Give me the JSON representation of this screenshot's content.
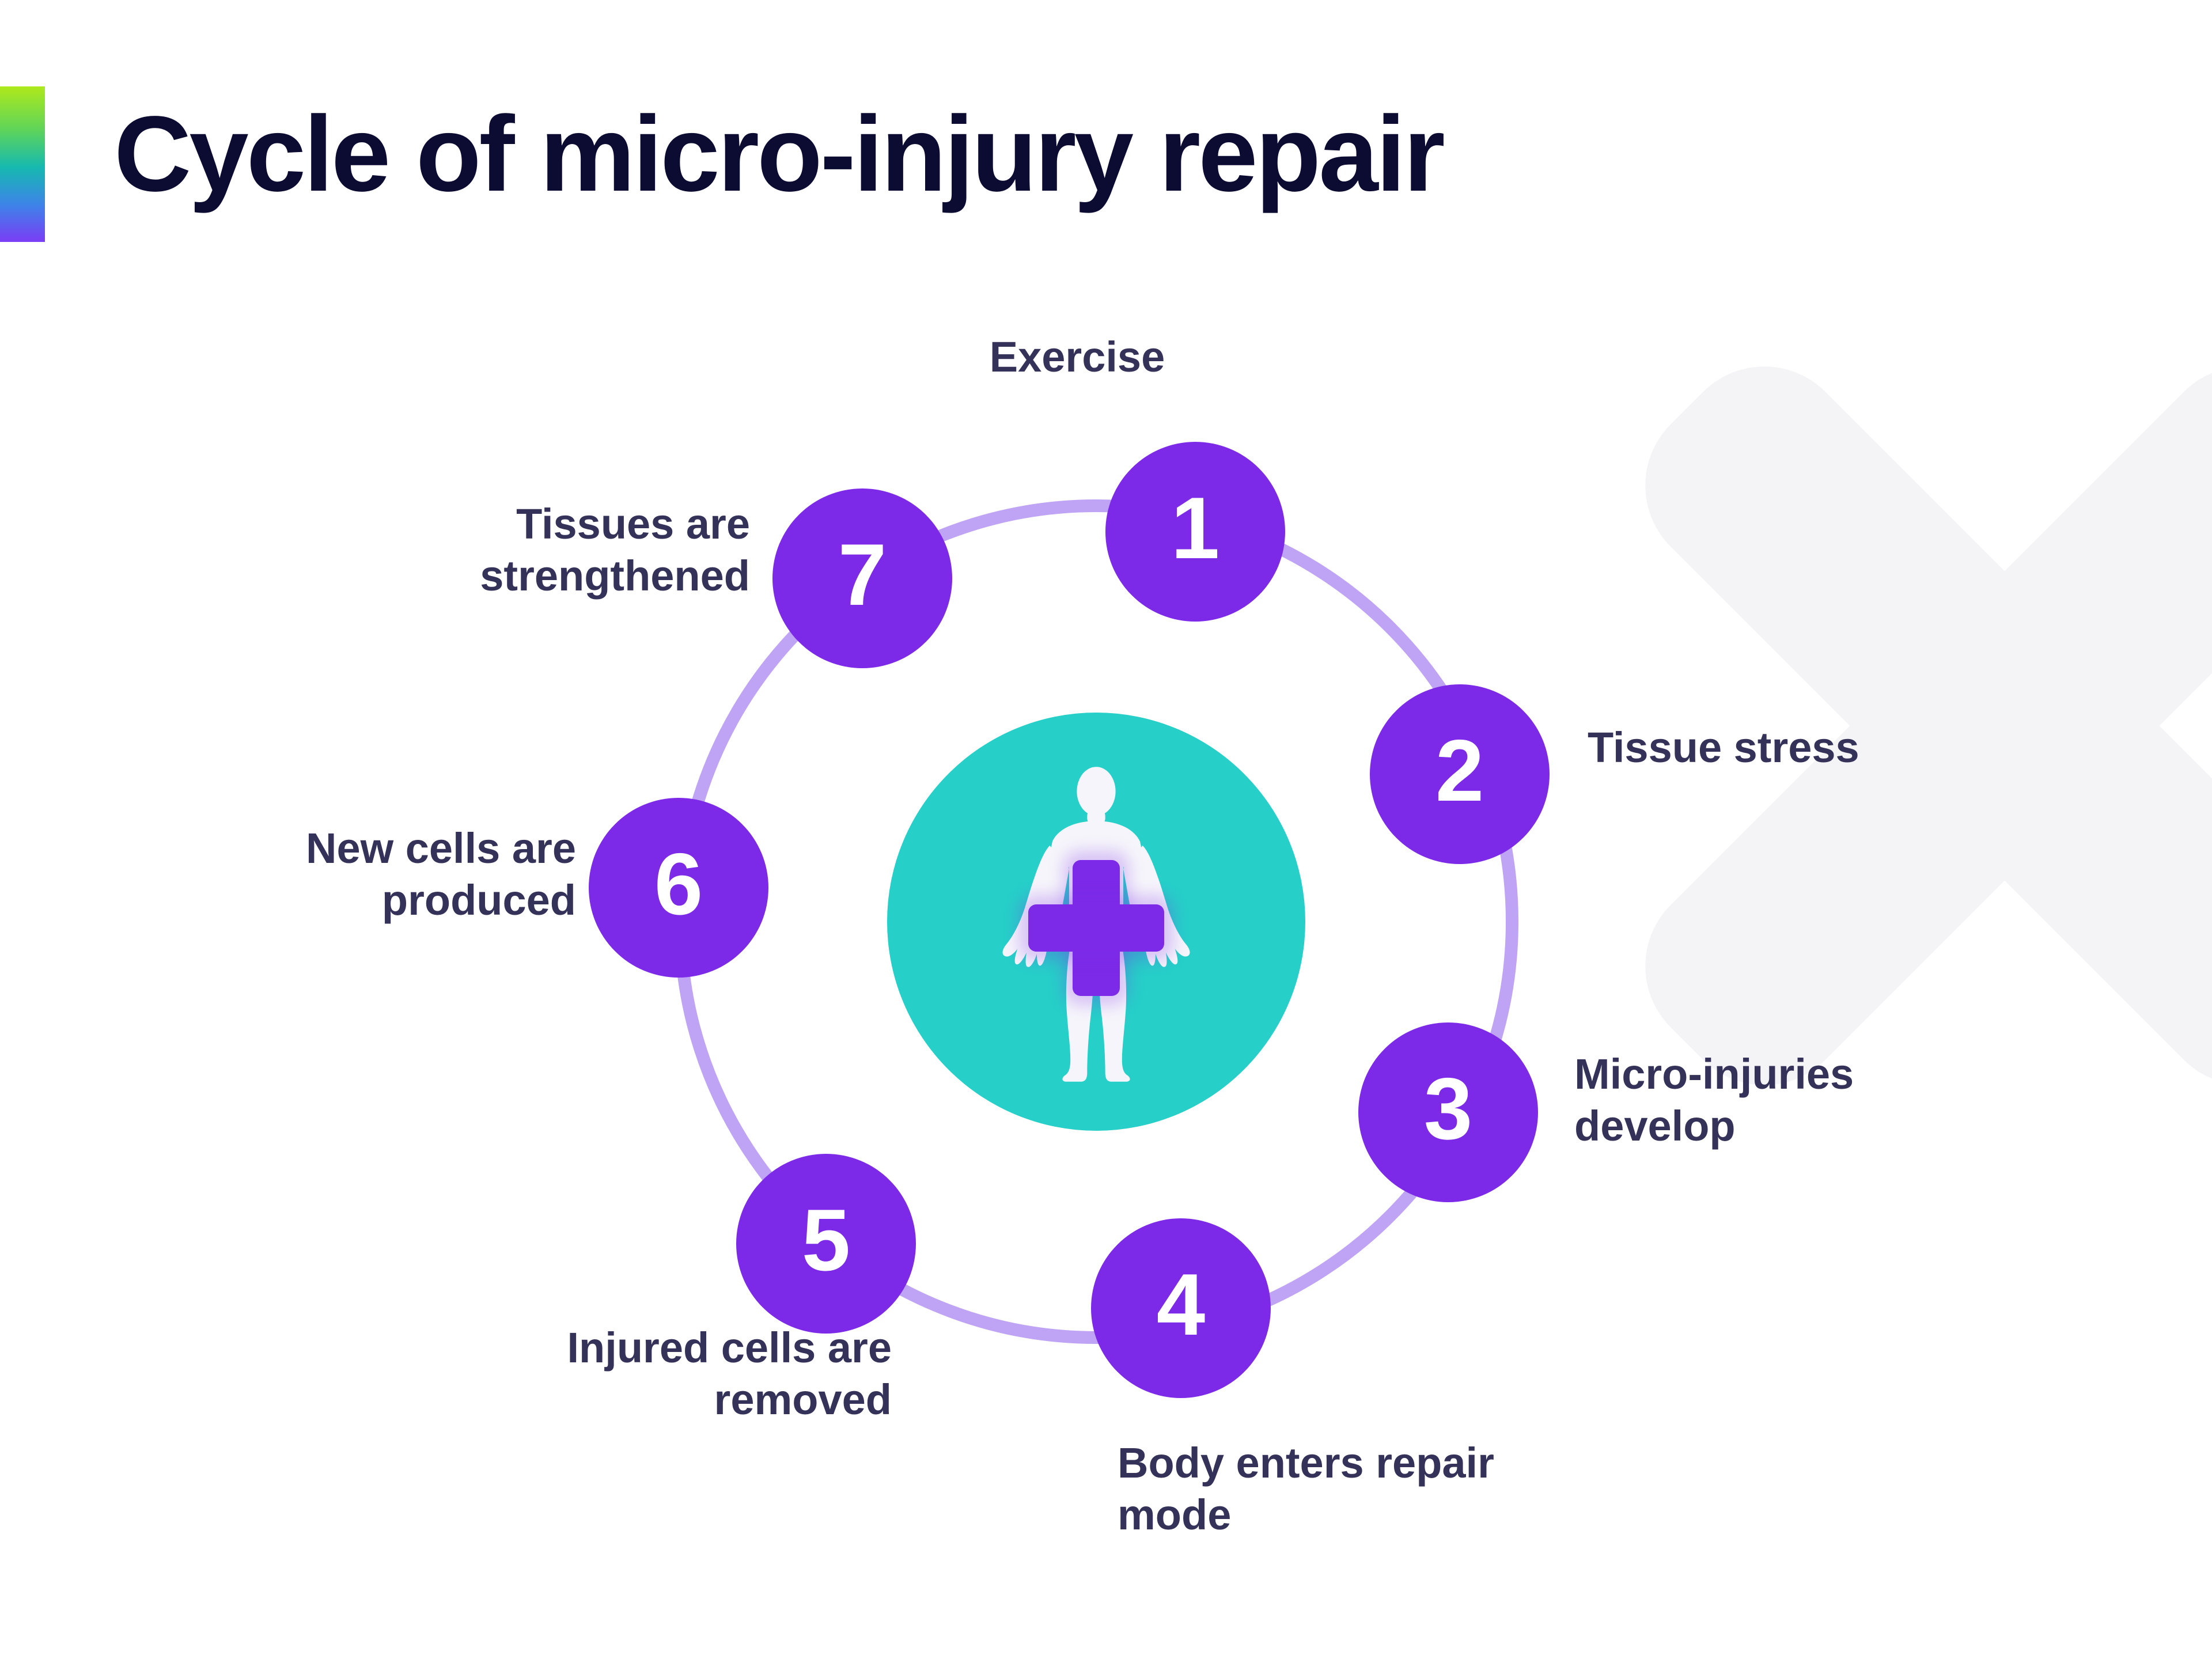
{
  "title": "Cycle of micro-injury repair",
  "colors": {
    "title_text": "#0c0c33",
    "label_text": "#343259",
    "node_fill": "#7c2ae8",
    "node_number": "#ffffff",
    "ring_stroke": "#bfa3f5",
    "hub_fill": "#27cfc9",
    "cross_fill": "#7c2ae8",
    "watermark": "#f4f4f6",
    "accent_gradient_start": "#aee91c",
    "accent_gradient_end": "#7a3df5",
    "background": "#ffffff"
  },
  "center": {
    "icon": "human-body-with-medical-cross"
  },
  "steps": [
    {
      "number": "1",
      "label": "Exercise"
    },
    {
      "number": "2",
      "label": "Tissue stress"
    },
    {
      "number": "3",
      "label": "Micro-injuries\ndevelop"
    },
    {
      "number": "4",
      "label": "Body enters repair\nmode"
    },
    {
      "number": "5",
      "label": "Injured cells are\nremoved"
    },
    {
      "number": "6",
      "label": "New cells are\nproduced"
    },
    {
      "number": "7",
      "label": "Tissues are\nstrengthened"
    }
  ]
}
